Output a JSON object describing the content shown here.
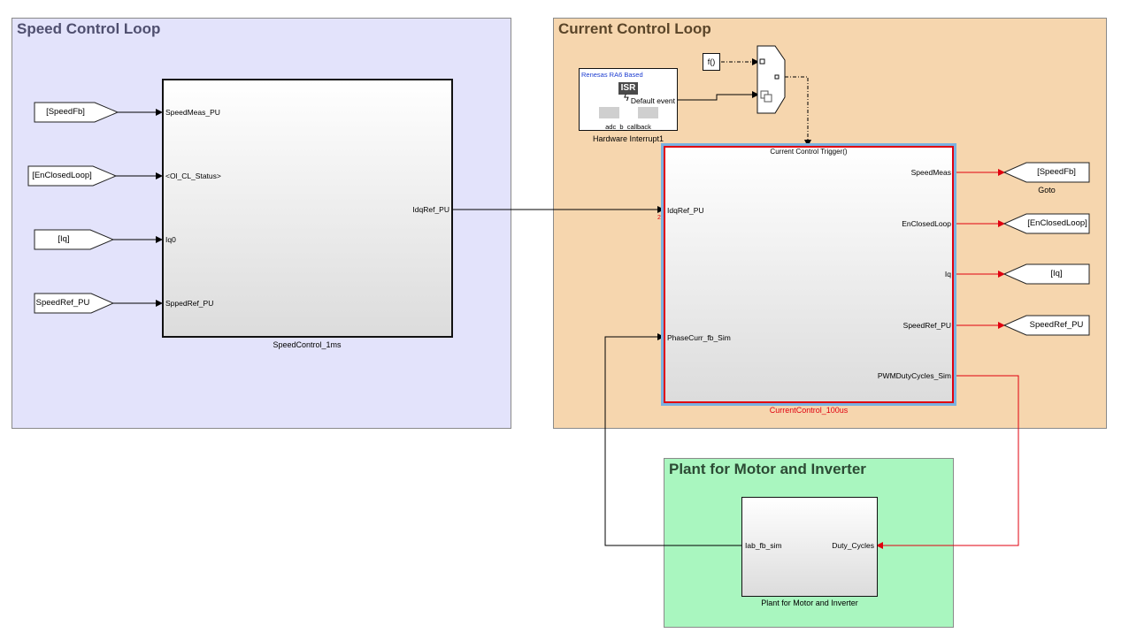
{
  "areas": {
    "speed": {
      "title": "Speed Control Loop",
      "color": "#e3e3fb"
    },
    "current": {
      "title": "Current Control Loop",
      "color": "#f6d6ae"
    },
    "plant": {
      "title": "Plant for Motor and Inverter",
      "color": "#a9f6bf"
    }
  },
  "speed_block": {
    "name": "SpeedControl_1ms",
    "inputs": [
      "SpeedMeas_PU",
      "<Ol_CL_Status>",
      "Iq0",
      "SppedRef_PU"
    ],
    "output": "IdqRef_PU"
  },
  "from_tags": [
    "[SpeedFb]",
    "[EnClosedLoop]",
    "[Iq]",
    "SpeedRef_PU"
  ],
  "hw_interrupt": {
    "header": "Renesas RA6 Based",
    "isr_label": "ISR",
    "event_label": "Default event",
    "callback": "adc_b_callback",
    "name": "Hardware Interrupt1"
  },
  "function_call": {
    "label": "f()"
  },
  "current_block": {
    "name": "CurrentControl_100us",
    "trigger": "Current Control Trigger()",
    "inputs": [
      "IdqRef_PU",
      "PhaseCurr_fb_Sim"
    ],
    "input_index": "2",
    "outputs": [
      "SpeedMeas",
      "EnClosedLoop",
      "Iq",
      "SpeedRef_PU",
      "PWMDutyCycles_Sim"
    ]
  },
  "goto_tags": [
    "[SpeedFb]",
    "[EnClosedLoop]",
    "[Iq]",
    "SpeedRef_PU"
  ],
  "goto_caption": "Goto",
  "plant_block": {
    "name": "Plant for Motor and Inverter",
    "input": "Duty_Cycles",
    "output": "Iab_fb_sim"
  },
  "colors": {
    "signal": "#000000",
    "highlight": "#e0000f",
    "selection": "#7ab1e0"
  }
}
